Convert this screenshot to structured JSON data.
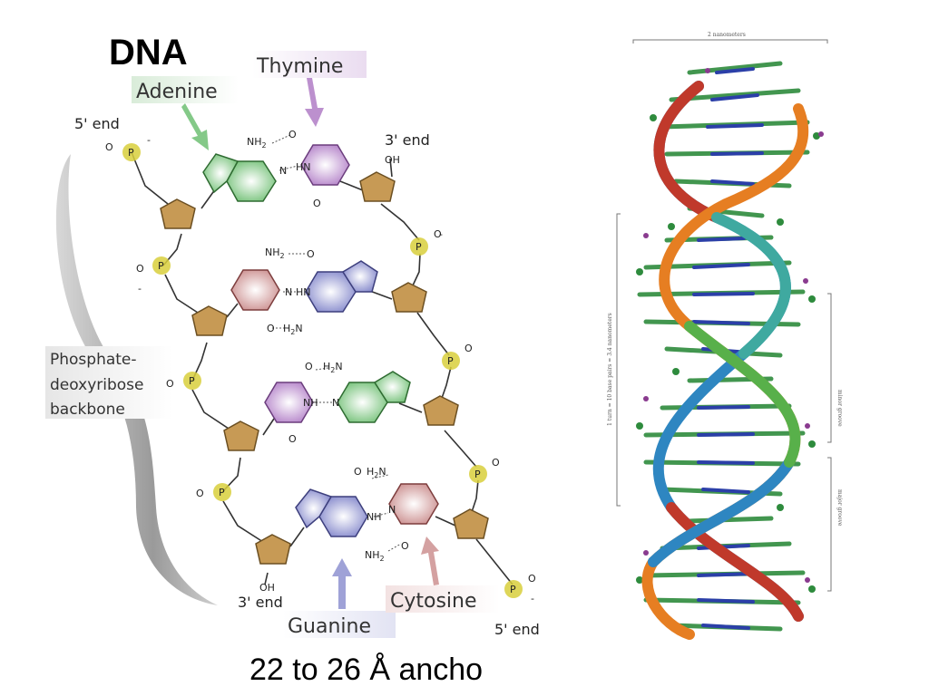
{
  "title": "DNA",
  "caption": "22 to 26 Å ancho",
  "labels": {
    "adenine": "Adenine",
    "thymine": "Thymine",
    "guanine": "Guanine",
    "cytosine": "Cytosine",
    "five_end_top": "5' end",
    "three_end_top": "3' end",
    "three_end_bottom": "3' end",
    "five_end_bottom": "5' end",
    "backbone": [
      "Phosphate-",
      "deoxyribose",
      "backbone"
    ]
  },
  "chem": {
    "nh2": "NH",
    "sub2": "2",
    "h2n": "H",
    "n": "N",
    "hn": "HN",
    "nh": "NH",
    "o": "O",
    "p": "P",
    "oh": "OH",
    "minus": "-"
  },
  "helix": {
    "top_label": "2 nanometers",
    "left_label": "1 turn = 10 base pairs = 3.4 nanometers",
    "minor": "minor groove",
    "major": "major groove"
  },
  "colors": {
    "adenine": "#6fbf73",
    "thymine": "#b07cc6",
    "guanine": "#7f83c9",
    "cytosine": "#c98a8a",
    "sugar": "#c79a55",
    "phosphate": "#d8cf3c",
    "strand_red": "#c0392b",
    "strand_orange": "#e67e22",
    "strand_blue": "#2e86c1",
    "strand_green": "#58b04a",
    "rung_green": "#2e8b3d",
    "rung_blue": "#2b3fa8"
  }
}
